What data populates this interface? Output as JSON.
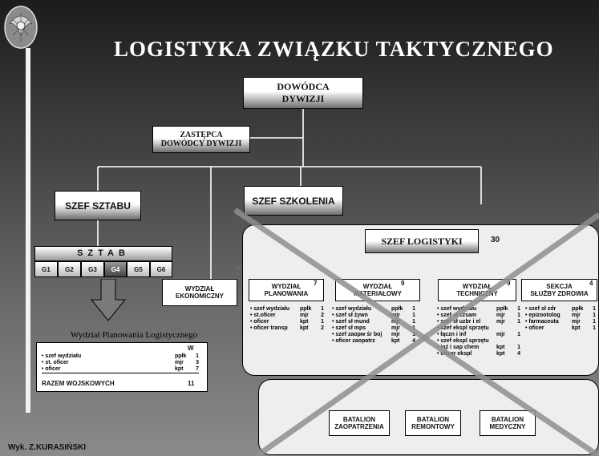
{
  "title": "LOGISTYKA ZWIĄZKU TAKTYCZNEGO",
  "dowodca": {
    "line1": "DOWÓDCA",
    "line2": "DYWIZJI"
  },
  "zastepca": {
    "line1": "ZASTĘPCA",
    "line2": "DOWÓDCY DYWIZJI"
  },
  "szef_sztabu": "SZEF SZTABU",
  "szef_szkolenia": "SZEF SZKOLENIA",
  "szef_logistyki": {
    "label": "SZEF LOGISTYKI",
    "count": "30"
  },
  "sztab": {
    "label": "SZTAB",
    "cells": [
      "G1",
      "G2",
      "G3",
      "G4",
      "G5",
      "G6"
    ]
  },
  "wydzial_ekonomiczny": {
    "line1": "WYDZIAŁ",
    "line2": "EKONOMICZNY"
  },
  "wydzialy": [
    {
      "line1": "WYDZIAŁ",
      "line2": "PLANOWANIA",
      "count": "7",
      "items": [
        [
          "szef wydziału",
          "ppłk",
          "1"
        ],
        [
          "st.oficer",
          "mjr",
          "2"
        ],
        [
          "oficer",
          "kpt",
          "1"
        ],
        [
          "oficer transp",
          "kpt",
          "2"
        ]
      ]
    },
    {
      "line1": "WYDZIAŁ",
      "line2": "MATERIAŁOWY",
      "count": "9",
      "items": [
        [
          "szef wydziału",
          "ppłk",
          "1"
        ],
        [
          "szef sł żywn",
          "mjr",
          "1"
        ],
        [
          "szef sł mund",
          "mjr",
          "1"
        ],
        [
          "szef sł mps",
          "mjr",
          "1"
        ],
        [
          "szef zaopw śr boj",
          "mjr",
          "1"
        ],
        [
          "oficer zaopatrz",
          "kpt",
          "4"
        ]
      ]
    },
    {
      "line1": "WYDZIAŁ",
      "line2": "TECHNICZNY",
      "count": "9",
      "items": [
        [
          "szef wydziału",
          "ppłk",
          "1"
        ],
        [
          "szef sł czsam",
          "mjr",
          "1"
        ],
        [
          "szef sł uzbr i el",
          "mjr",
          "1"
        ],
        [
          "szef ekspl sprzętu",
          "",
          ""
        ],
        [
          "łączn i inf",
          "mjr",
          "1"
        ],
        [
          "szef ekspl sprzętu",
          "",
          ""
        ],
        [
          "inż i sap chem",
          "kpt",
          "1"
        ],
        [
          "oficer ekspl",
          "kpt",
          "4"
        ]
      ]
    },
    {
      "line1": "SEKCJA",
      "line2": "SŁUŻBY ZDROWIA",
      "count": "4",
      "items": [
        [
          "szef sł zdr",
          "ppłk",
          "1"
        ],
        [
          "epizootolog",
          "mjr",
          "1"
        ],
        [
          "farmaceuta",
          "mjr",
          "1"
        ],
        [
          "oficer",
          "kpt",
          "1"
        ]
      ]
    }
  ],
  "batalions": [
    {
      "line1": "BATALION",
      "line2": "ZAOPATRZENIA"
    },
    {
      "line1": "BATALION",
      "line2": "REMONTOWY"
    },
    {
      "line1": "BATALION",
      "line2": "MEDYCZNY"
    }
  ],
  "wpl": {
    "heading": "Wydział Planowania Logistycznego",
    "col_header": "W",
    "rows": [
      [
        "szef wydziału",
        "ppłk",
        "1"
      ],
      [
        "st. oficer",
        "mjr",
        "3"
      ],
      [
        "oficer",
        "kpt",
        "7"
      ]
    ],
    "total_label": "RAZEM WOJSKOWYCH",
    "total_value": "11"
  },
  "footer": "Wyk. Z.KURASIŃSKI",
  "colors": {
    "cross": "#8f8f8f",
    "bg_top": "#1c1c1c",
    "bg_bottom": "#8a8a8a"
  }
}
